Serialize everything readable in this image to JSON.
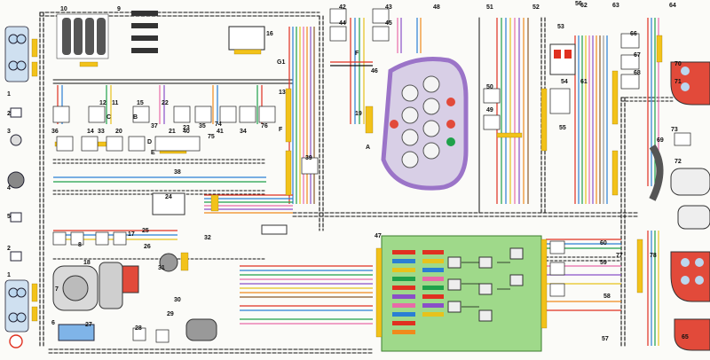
{
  "diagram": {
    "component_labels": [
      "1",
      "2",
      "3",
      "4",
      "5",
      "2",
      "1",
      "6",
      "7",
      "8",
      "9",
      "10",
      "11",
      "12",
      "13",
      "14",
      "15",
      "16",
      "17",
      "18",
      "19",
      "20",
      "21",
      "22",
      "23",
      "24",
      "25",
      "26",
      "27",
      "28",
      "29",
      "30",
      "31",
      "32",
      "33",
      "34",
      "35",
      "36",
      "37",
      "38",
      "39",
      "40",
      "41",
      "42",
      "43",
      "44",
      "45",
      "46",
      "47",
      "48",
      "49",
      "50",
      "51",
      "52",
      "53",
      "54",
      "55",
      "56",
      "57",
      "58",
      "59",
      "60",
      "61",
      "62",
      "63",
      "64",
      "65",
      "66",
      "67",
      "68",
      "69",
      "70",
      "71",
      "72",
      "73",
      "74",
      "75",
      "76",
      "77",
      "78"
    ],
    "letter_labels": [
      "A",
      "B",
      "C",
      "D",
      "E",
      "F",
      "F",
      "G1"
    ],
    "colors": {
      "wire_black": "#111111",
      "wire_red": "#e03020",
      "wire_blue": "#2a7fd4",
      "wire_green": "#1fa14a",
      "wire_yellow": "#e7c21c",
      "wire_orange": "#f08a1c",
      "wire_pink": "#e86aa8",
      "wire_brown": "#8a5a2b",
      "wire_purple": "#8a4fc8",
      "wire_gray": "#9a9a9a",
      "connector_yellow": "#f2c21a",
      "fuse_box_green": "#9fd98a",
      "cluster_purple": "#9b74c8",
      "lamp_red": "#e24a3a",
      "lamp_blue": "#bcd7ee"
    }
  }
}
